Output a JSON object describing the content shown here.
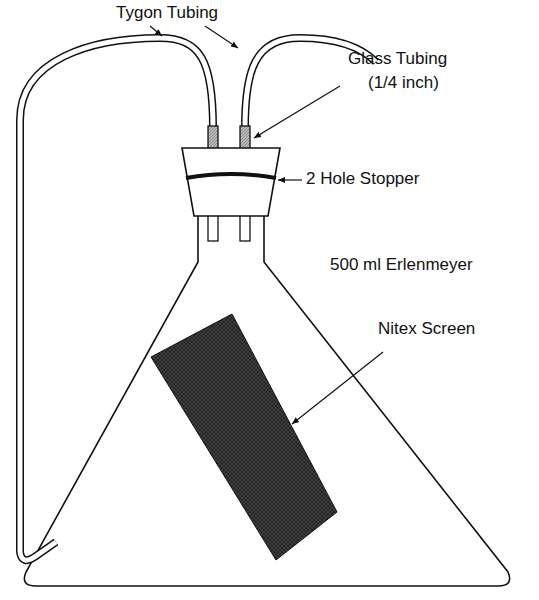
{
  "diagram": {
    "labels": [
      "Tygon Tubing",
      "Glass Tubing",
      "(1/4 inch)",
      "2 Hole Stopper",
      "500 ml Erlenmeyer",
      "Nitex Screen"
    ]
  }
}
